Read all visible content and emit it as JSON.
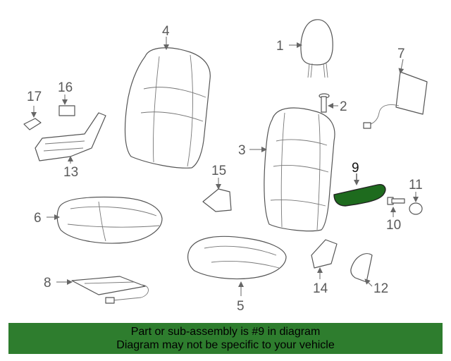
{
  "callouts": {
    "c1": "1",
    "c2": "2",
    "c3": "3",
    "c4": "4",
    "c5": "5",
    "c6": "6",
    "c7": "7",
    "c8": "8",
    "c9": "9",
    "c10": "10",
    "c11": "11",
    "c12": "12",
    "c13": "13",
    "c14": "14",
    "c15": "15",
    "c16": "16",
    "c17": "17"
  },
  "highlight": {
    "part_number": "9",
    "color": "#1e6b1e"
  },
  "banner": {
    "line1": "Part or sub-assembly is #9 in diagram",
    "line2": "Diagram may not be specific to your vehicle",
    "background": "#2e7d2e"
  }
}
